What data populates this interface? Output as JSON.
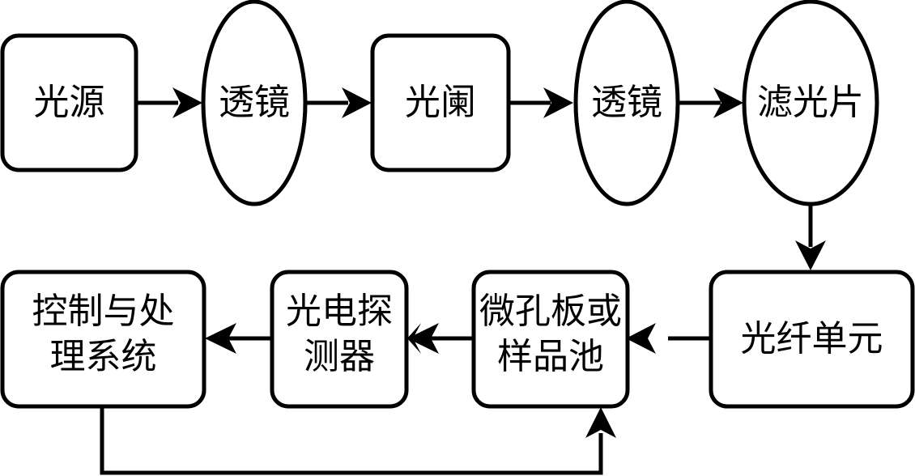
{
  "diagram": {
    "title": "",
    "colors": {
      "stroke": "#000000",
      "fill": "#ffffff",
      "text": "#000000"
    },
    "nodes": [
      {
        "id": "light-source",
        "shape": "rounded-rect",
        "label": "光源"
      },
      {
        "id": "lens-1",
        "shape": "ellipse",
        "label": "透镜"
      },
      {
        "id": "aperture",
        "shape": "rounded-rect",
        "label": "光阑"
      },
      {
        "id": "lens-2",
        "shape": "ellipse",
        "label": "透镜"
      },
      {
        "id": "filter",
        "shape": "ellipse",
        "label": "滤光片"
      },
      {
        "id": "fiber-unit",
        "shape": "rounded-rect",
        "label": "光纤单元"
      },
      {
        "id": "microplate",
        "shape": "rounded-rect",
        "label": "微孔板或\n样品池"
      },
      {
        "id": "photodetector",
        "shape": "rounded-rect",
        "label": "光电探\n测器"
      },
      {
        "id": "control-system",
        "shape": "rounded-rect",
        "label": "控制与处\n理系统"
      }
    ],
    "edges": [
      {
        "from": "light-source",
        "to": "lens-1"
      },
      {
        "from": "lens-1",
        "to": "aperture"
      },
      {
        "from": "aperture",
        "to": "lens-2"
      },
      {
        "from": "lens-2",
        "to": "filter"
      },
      {
        "from": "filter",
        "to": "fiber-unit"
      },
      {
        "from": "fiber-unit",
        "to": "microplate"
      },
      {
        "from": "microplate",
        "to": "photodetector"
      },
      {
        "from": "photodetector",
        "to": "control-system"
      },
      {
        "from": "control-system",
        "to": "microplate",
        "routing": "orthogonal-below"
      }
    ]
  }
}
